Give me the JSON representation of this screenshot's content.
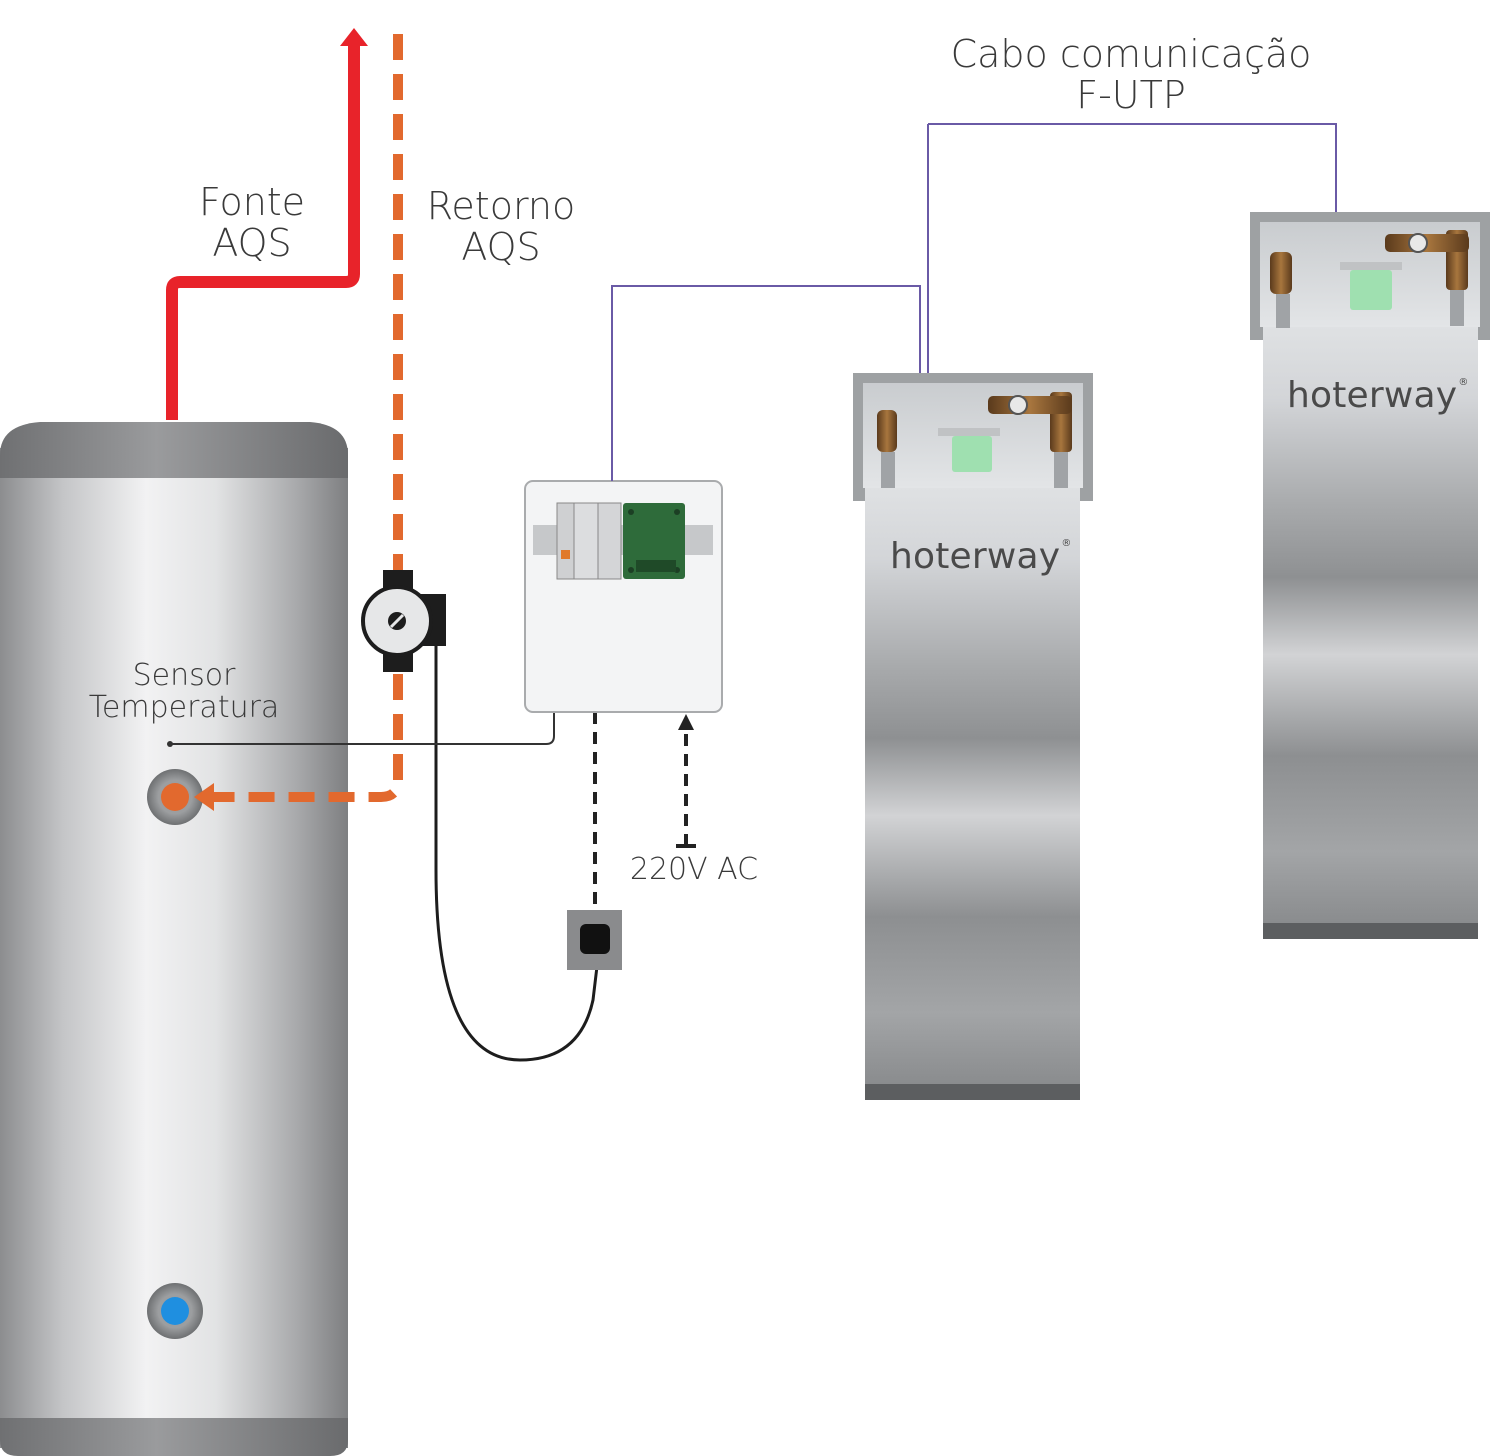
{
  "labels": {
    "fonte": [
      "Fonte",
      "AQS"
    ],
    "retorno": [
      "Retorno",
      "AQS"
    ],
    "cabo": [
      "Cabo comunicação",
      "F-UTP"
    ],
    "sensor": [
      "Sensor",
      "Temperatura"
    ],
    "power": "220V AC"
  },
  "units": {
    "brand": "hoterway",
    "registered": "®"
  },
  "colors": {
    "hot_pipe": "#e8232a",
    "return_pipe": "#e2692e",
    "comm_cable": "#6a5aa6",
    "cold_inlet": "#1f8fe0",
    "cabinet_steel": "#c9cbcd",
    "controller_pcb": "#2e6b3a",
    "display_board": "#9fe0b0"
  },
  "icons": [
    "storage-tank",
    "circulation-pump",
    "control-box",
    "wall-socket",
    "recirculation-unit"
  ]
}
